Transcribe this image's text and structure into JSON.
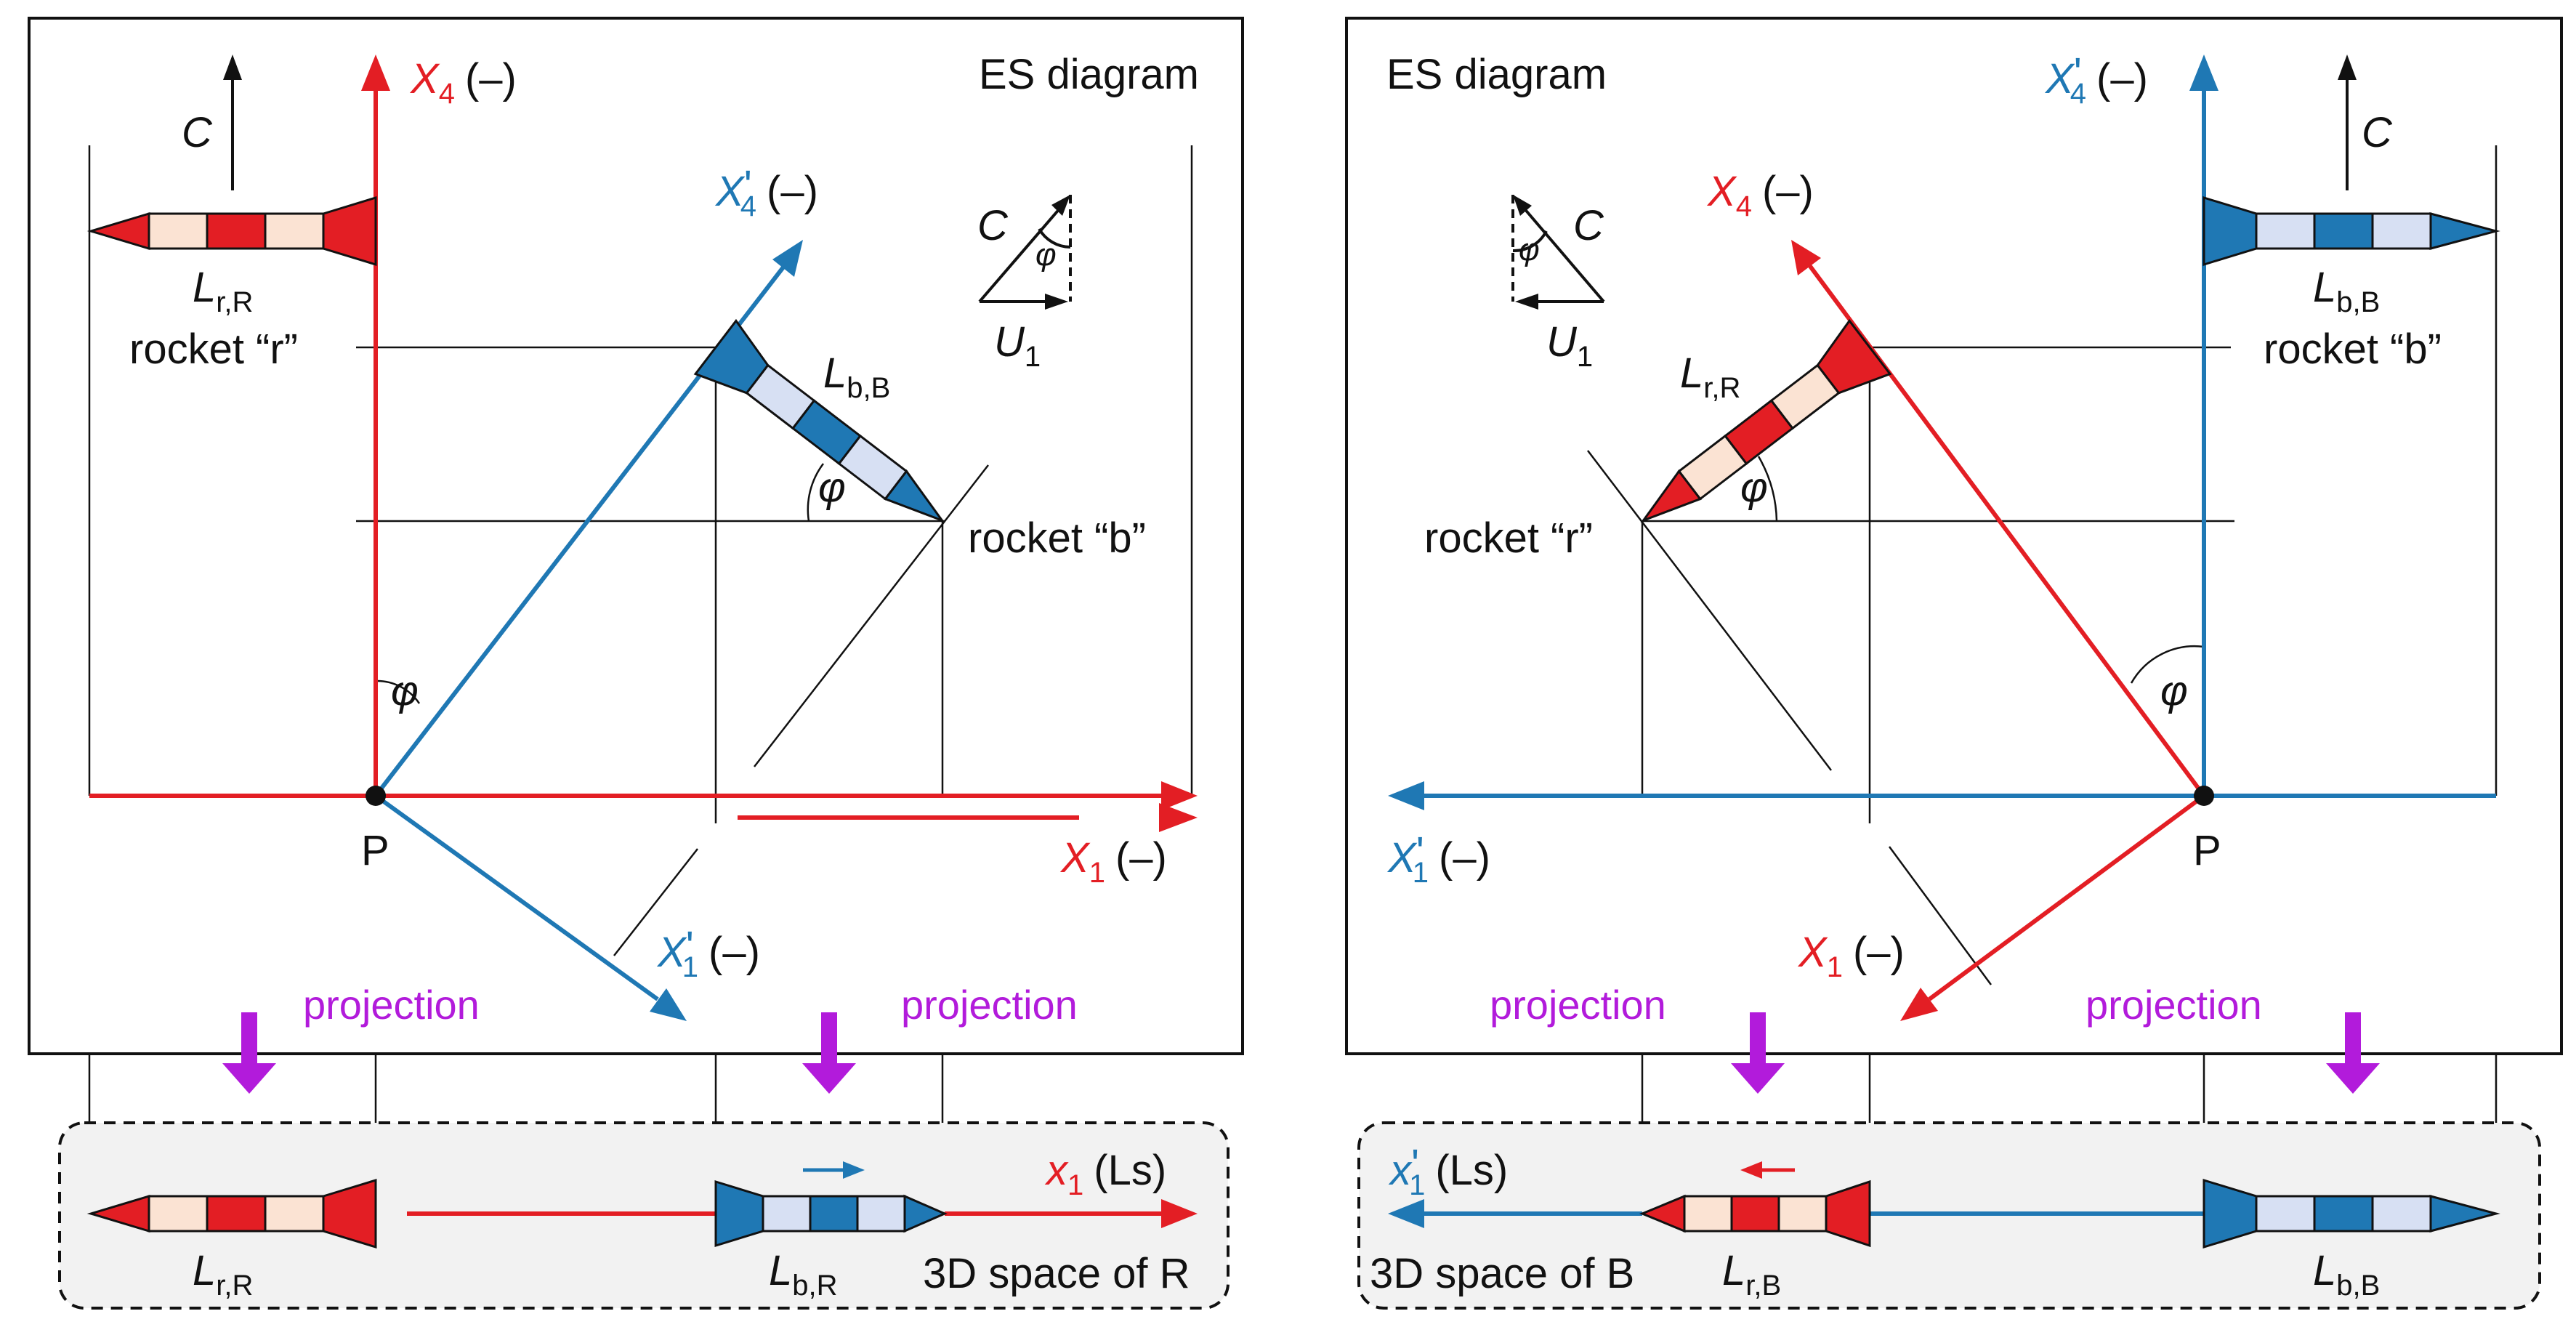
{
  "colors": {
    "red": "#e31e24",
    "blue": "#1f78b4",
    "purple": "#b21bdb",
    "rocket_red_light": "#fbe3d3",
    "rocket_blue_light": "#d7e0f3",
    "panel_bg": "#f2f2f2",
    "line": "#111111"
  },
  "left": {
    "title": "ES diagram",
    "axis_x4": {
      "name": "X",
      "sub": "4",
      "dim": "(–)"
    },
    "axis_x4p": {
      "name": "X",
      "prime": "'",
      "sub": "4",
      "dim": "(–)"
    },
    "axis_x1": {
      "name": "X",
      "sub": "1",
      "dim": "(–)"
    },
    "axis_x1p": {
      "name": "X",
      "prime": "'",
      "sub": "1",
      "dim": "(–)"
    },
    "speed_c": "C",
    "vel_c": "C",
    "vel_u": "U",
    "vel_u_sub": "1",
    "angle": "φ",
    "point": "P",
    "rocket_r_len": {
      "name": "L",
      "sub": "r,R"
    },
    "rocket_r_name": "rocket “r”",
    "rocket_b_len": {
      "name": "L",
      "sub": "b,B"
    },
    "rocket_b_name": "rocket “b”",
    "projection_1": "projection",
    "projection_2": "projection",
    "space_axis": {
      "name": "x",
      "sub": "1",
      "unit": "(Ls)"
    },
    "space_label": "3D space of R",
    "proj_r_len": {
      "name": "L",
      "sub": "r,R"
    },
    "proj_b_len": {
      "name": "L",
      "sub": "b,R"
    }
  },
  "right": {
    "title": "ES diagram",
    "axis_x4p": {
      "name": "X",
      "prime": "'",
      "sub": "4",
      "dim": "(–)"
    },
    "axis_x4": {
      "name": "X",
      "sub": "4",
      "dim": "(–)"
    },
    "axis_x1p": {
      "name": "X",
      "prime": "'",
      "sub": "1",
      "dim": "(–)"
    },
    "axis_x1": {
      "name": "X",
      "sub": "1",
      "dim": "(–)"
    },
    "speed_c": "C",
    "vel_c": "C",
    "vel_u": "U",
    "vel_u_sub": "1",
    "angle": "φ",
    "point": "P",
    "rocket_r_len": {
      "name": "L",
      "sub": "r,R"
    },
    "rocket_r_name": "rocket “r”",
    "rocket_b_len": {
      "name": "L",
      "sub": "b,B"
    },
    "rocket_b_name": "rocket “b”",
    "projection_1": "projection",
    "projection_2": "projection",
    "space_axis": {
      "name": "x",
      "prime": "'",
      "sub": "1",
      "unit": "(Ls)"
    },
    "space_label": "3D space of B",
    "proj_r_len": {
      "name": "L",
      "sub": "r,B"
    },
    "proj_b_len": {
      "name": "L",
      "sub": "b,B"
    }
  }
}
